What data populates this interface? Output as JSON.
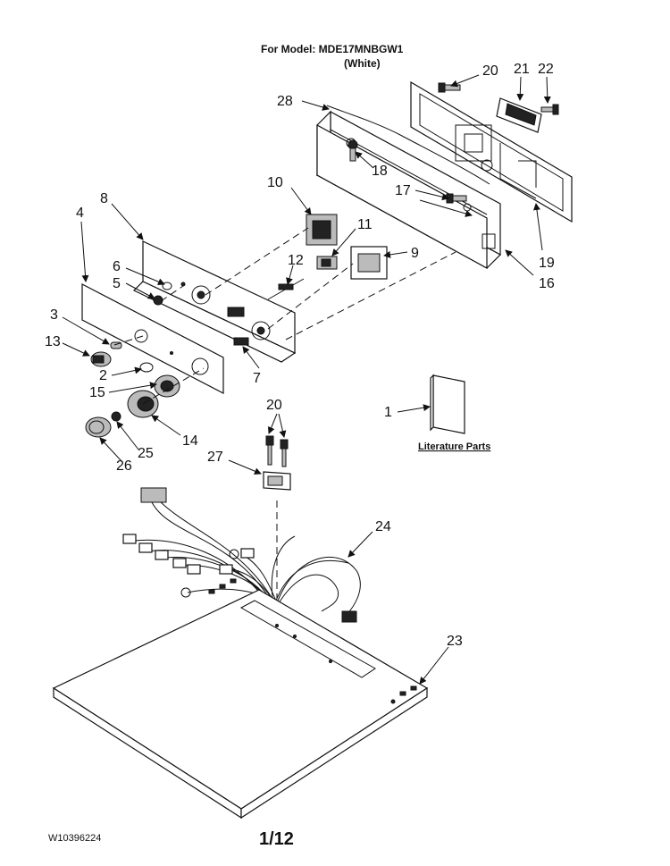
{
  "header": {
    "model_line": "For Model: MDE17MNBGW1",
    "color_line": "(White)"
  },
  "footer": {
    "doc_number": "W10396224",
    "page": "1/12"
  },
  "literature": {
    "label": "Literature Parts"
  },
  "callouts": {
    "c1": "1",
    "c2": "2",
    "c3": "3",
    "c4": "4",
    "c5": "5",
    "c6": "6",
    "c7": "7",
    "c8": "8",
    "c9": "9",
    "c10": "10",
    "c11": "11",
    "c12": "12",
    "c13": "13",
    "c14": "14",
    "c15": "15",
    "c16": "16",
    "c17": "17",
    "c18": "18",
    "c19": "19",
    "c20a": "20",
    "c20b": "20",
    "c21": "21",
    "c22": "22",
    "c23": "23",
    "c24": "24",
    "c25": "25",
    "c26": "26",
    "c27": "27",
    "c28": "28"
  },
  "arrow_color": "#111111"
}
